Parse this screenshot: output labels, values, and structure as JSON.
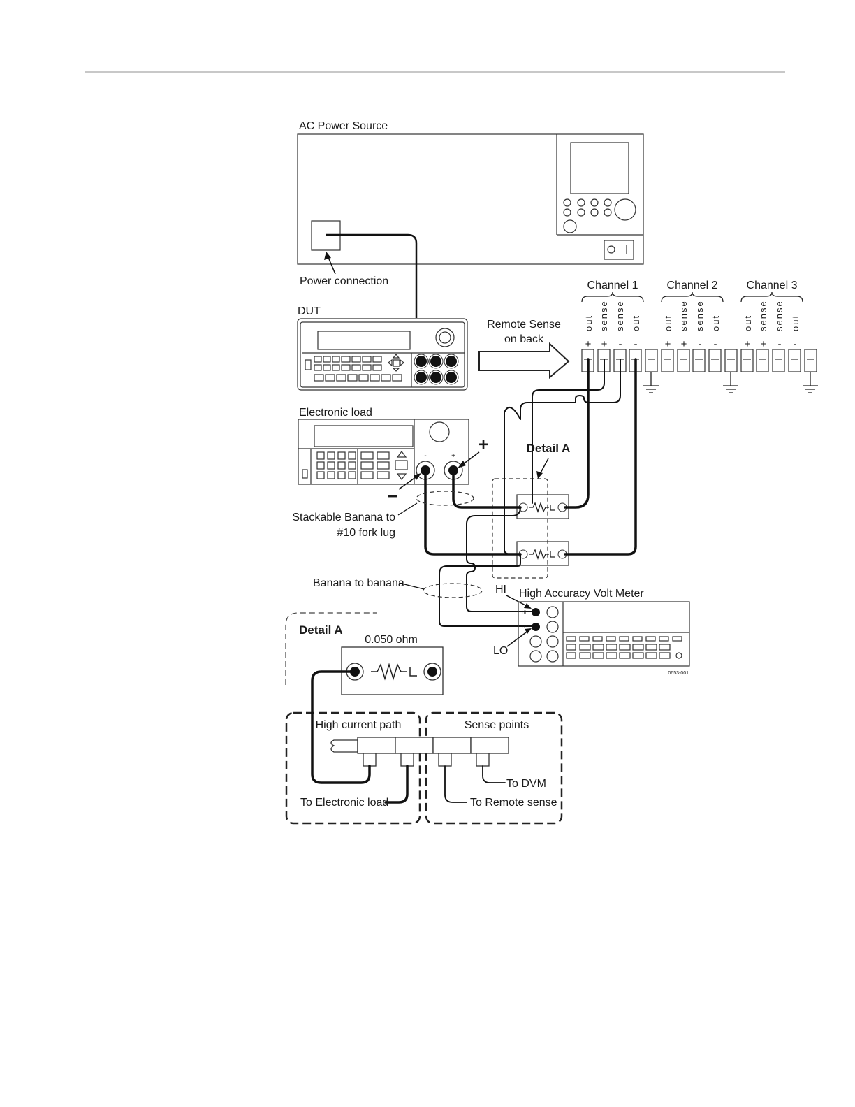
{
  "labels": {
    "ac_power_source": "AC Power Source",
    "power_connection": "Power connection",
    "dut": "DUT",
    "remote_sense_line1": "Remote Sense",
    "remote_sense_line2": "on back",
    "electronic_load": "Electronic load",
    "plus_sign": "+",
    "minus_sign": "−",
    "detail_a_callout": "Detail A",
    "stackable_line1": "Stackable Banana to",
    "stackable_line2": "#10 fork lug",
    "banana_to_banana": "Banana to banana",
    "hi": "HI",
    "lo": "LO",
    "volt_meter": "High Accuracy Volt Meter",
    "figure_id": "0653-001"
  },
  "channels": [
    {
      "name": "Channel 1"
    },
    {
      "name": "Channel 2"
    },
    {
      "name": "Channel 3"
    }
  ],
  "terminal_labels": [
    "out",
    "sense",
    "sense",
    "out"
  ],
  "terminal_signs": [
    "+",
    "+",
    "-",
    "-"
  ],
  "detail": {
    "title": "Detail A",
    "resistor_value": "0.050 ohm",
    "high_current_path": "High current path",
    "sense_points": "Sense points",
    "to_dvm": "To DVM",
    "to_electronic_load": "To Electronic load",
    "to_remote_sense": "To Remote sense"
  }
}
